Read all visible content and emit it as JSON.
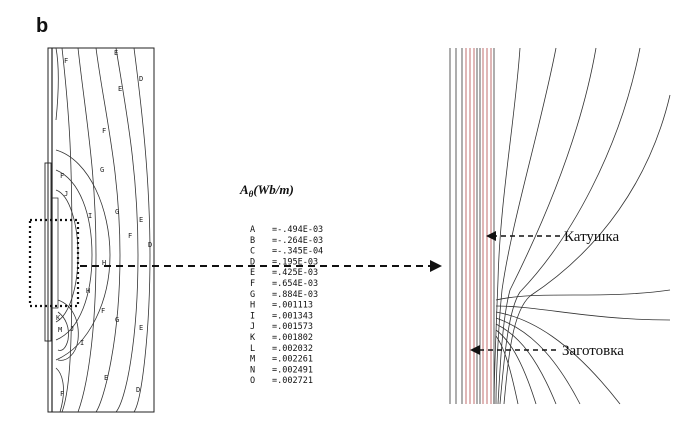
{
  "figure": {
    "panel_letter": "b",
    "legend": {
      "title_main": "A",
      "title_sub": "θ",
      "title_units": "(Wb/m)",
      "entries": [
        {
          "key": "A",
          "value": "=-.494E-03"
        },
        {
          "key": "B",
          "value": "=-.264E-03"
        },
        {
          "key": "C",
          "value": "=-.345E-04"
        },
        {
          "key": "D",
          "value": "=.195E-03"
        },
        {
          "key": "E",
          "value": "=.425E-03"
        },
        {
          "key": "F",
          "value": "=.654E-03"
        },
        {
          "key": "G",
          "value": "=.884E-03"
        },
        {
          "key": "H",
          "value": "=.001113"
        },
        {
          "key": "I",
          "value": "=.001343"
        },
        {
          "key": "J",
          "value": "=.001573"
        },
        {
          "key": "K",
          "value": "=.001802"
        },
        {
          "key": "L",
          "value": "=.002032"
        },
        {
          "key": "M",
          "value": "=.002261"
        },
        {
          "key": "N",
          "value": "=.002491"
        },
        {
          "key": "O",
          "value": "=.002721"
        }
      ]
    },
    "callouts": {
      "coil": "Катушка",
      "workpiece": "Заготовка"
    },
    "contour_labels": [
      {
        "text": "F"
      },
      {
        "text": "E"
      },
      {
        "text": "D"
      },
      {
        "text": "E"
      },
      {
        "text": "F"
      },
      {
        "text": "G"
      },
      {
        "text": "F"
      },
      {
        "text": "J"
      },
      {
        "text": "I"
      },
      {
        "text": "G"
      },
      {
        "text": "E"
      },
      {
        "text": "F"
      },
      {
        "text": "D"
      },
      {
        "text": "H"
      },
      {
        "text": "H"
      },
      {
        "text": "G"
      },
      {
        "text": "F"
      },
      {
        "text": "E"
      },
      {
        "text": "I"
      },
      {
        "text": "J"
      },
      {
        "text": "K"
      },
      {
        "text": "M"
      },
      {
        "text": "F"
      },
      {
        "text": "E"
      },
      {
        "text": "D"
      }
    ]
  },
  "colors": {
    "ink": "#111111",
    "contour": "#333333",
    "coil_lines": "#b04848"
  }
}
